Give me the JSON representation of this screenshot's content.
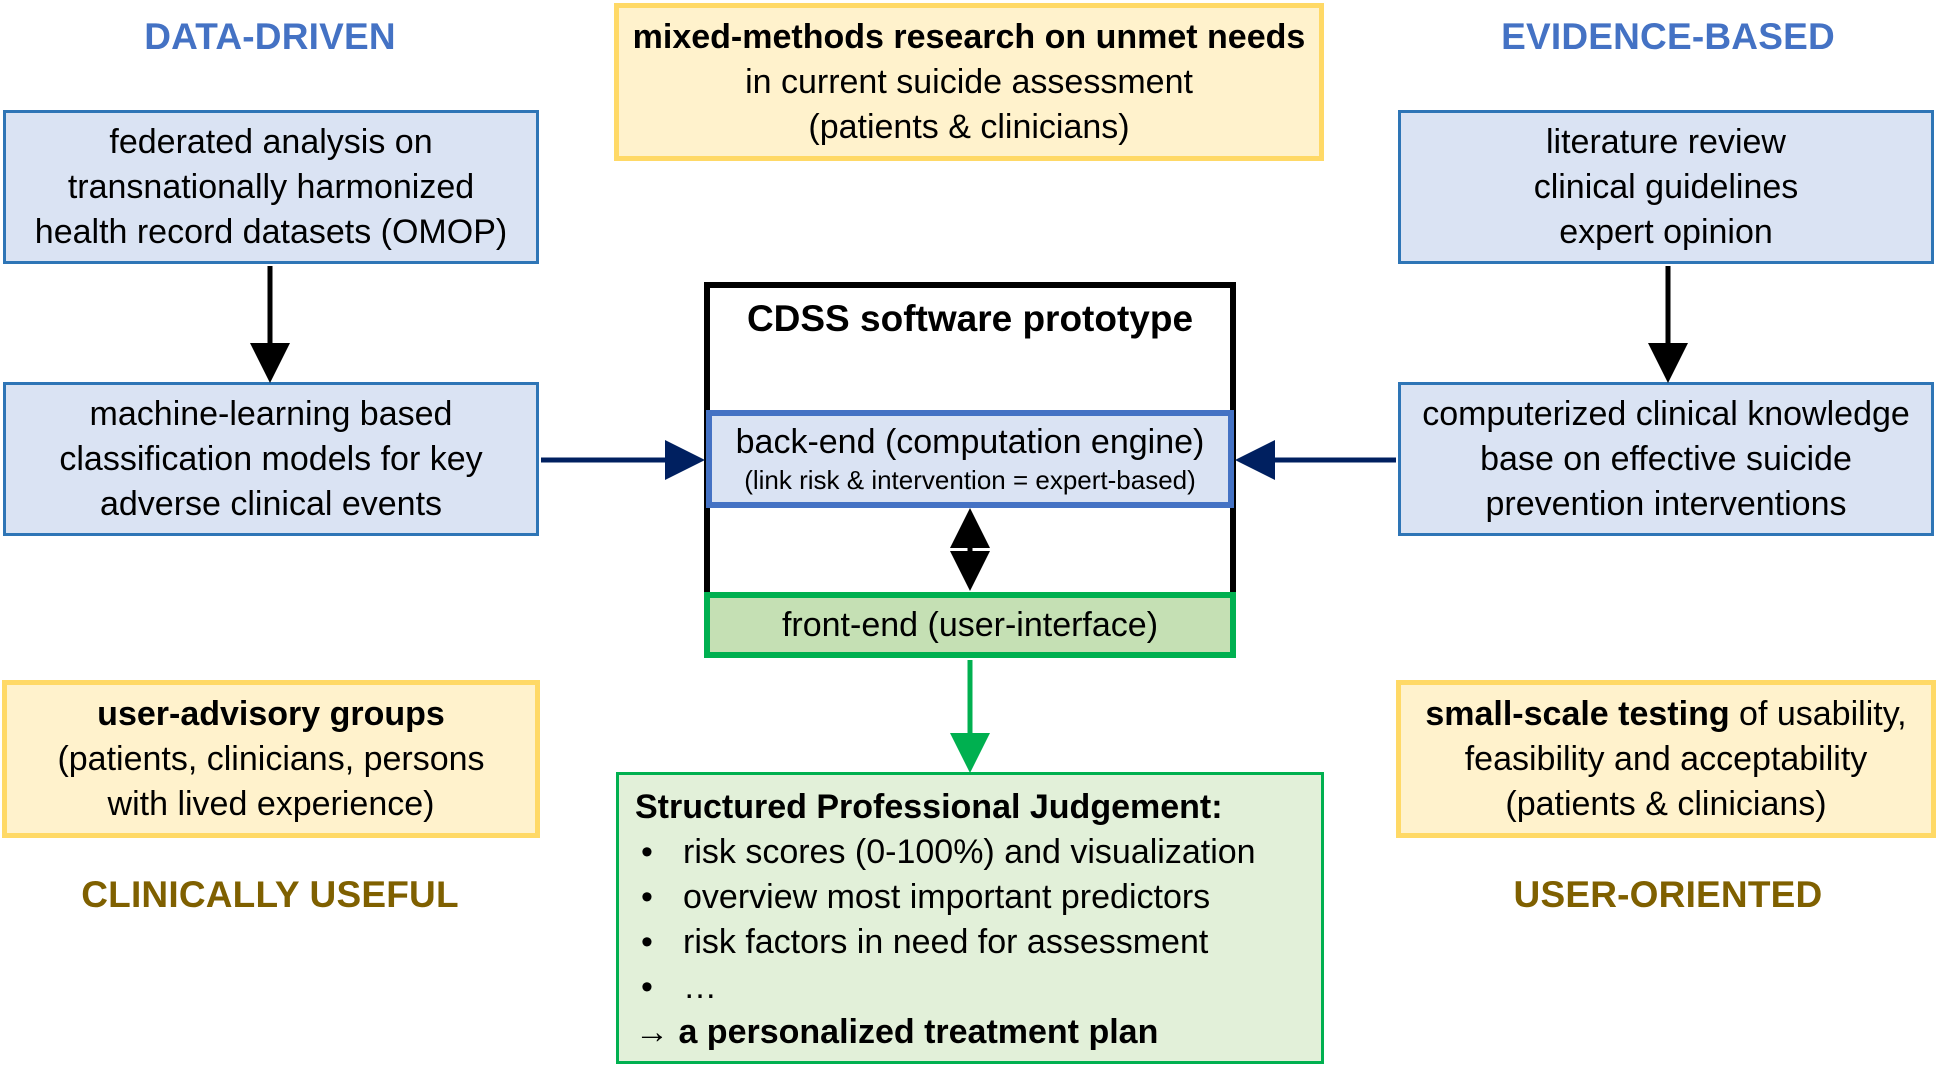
{
  "headings": {
    "data_driven": "DATA-DRIVEN",
    "evidence_based": "EVIDENCE-BASED",
    "clinically_useful": "CLINICALLY USEFUL",
    "user_oriented": "USER-ORIENTED"
  },
  "top_center": {
    "bold_line": "mixed-methods research on unmet needs",
    "line2": "in current suicide assessment",
    "line3": "(patients & clinicians)"
  },
  "left_top": {
    "line1": "federated analysis on",
    "line2": "transnationally harmonized",
    "line3": "health record datasets (OMOP)"
  },
  "left_middle": {
    "line1": "machine-learning based",
    "line2": "classification models for key",
    "line3": "adverse clinical events"
  },
  "right_top": {
    "line1": "literature review",
    "line2": "clinical guidelines",
    "line3": "expert opinion"
  },
  "right_middle": {
    "line1": "computerized clinical knowledge",
    "line2": "base on effective suicide",
    "line3": "prevention interventions"
  },
  "cdss": {
    "title": "CDSS software prototype",
    "backend_main": "back-end (computation engine)",
    "backend_sub": "(link risk & intervention = expert-based)",
    "frontend": "front-end (user-interface)"
  },
  "left_bottom": {
    "bold_line": "user-advisory groups",
    "line2": "(patients, clinicians, persons",
    "line3": "with lived experience)"
  },
  "right_bottom": {
    "bold_part": "small-scale testing",
    "rest_part": " of usability,",
    "line2": "feasibility and acceptability",
    "line3": "(patients & clinicians)"
  },
  "spj": {
    "title": "Structured Professional Judgement:",
    "bullet_symbol": "•",
    "items": [
      "risk scores (0-100%) and visualization",
      "overview most important predictors",
      "risk factors in need for assessment",
      "…"
    ],
    "conclusion": "→ a personalized treatment plan"
  },
  "colors": {
    "blue_heading": "#4472c4",
    "olive_heading": "#7f6000",
    "blue_fill": "#dae3f3",
    "blue_border": "#2e75b6",
    "yellow_fill": "#fff2cc",
    "yellow_border": "#ffd966",
    "green_fill": "#e2f0d9",
    "green_border": "#00b050",
    "frontend_fill": "#c5e0b4",
    "navy_arrow": "#002060"
  }
}
